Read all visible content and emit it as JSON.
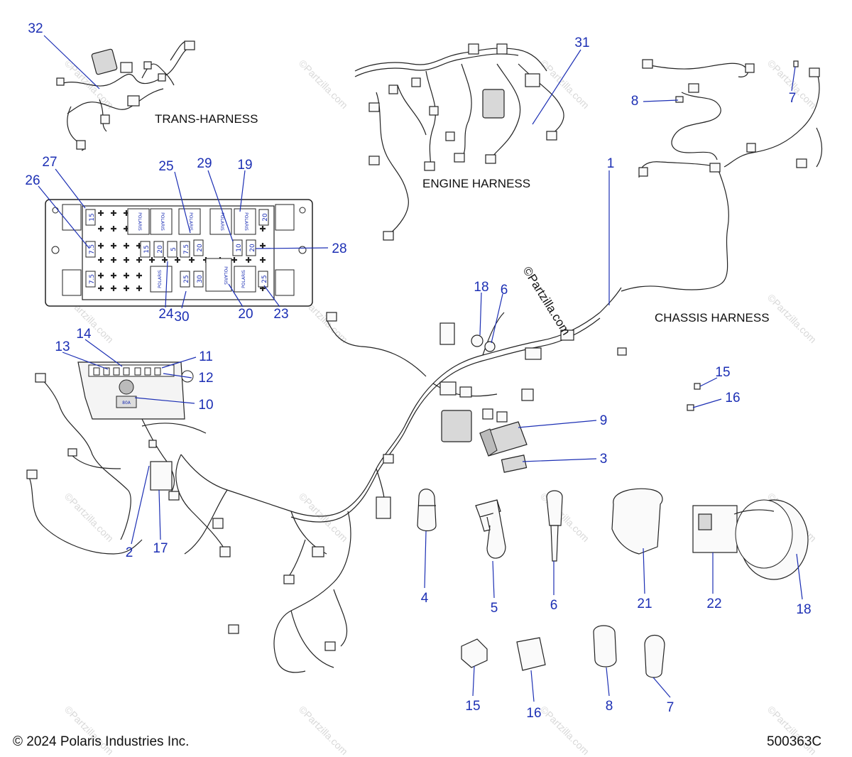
{
  "labels": {
    "trans_harness": "TRANS-HARNESS",
    "engine_harness": "ENGINE HARNESS",
    "chassis_harness": "CHASSIS HARNESS",
    "watermark_vertical": "©Partzilla.com",
    "copyright": "© 2024 Polaris Industries Inc.",
    "diagram_id": "500363C"
  },
  "callouts": [
    "32",
    "27",
    "26",
    "25",
    "29",
    "19",
    "28",
    "24",
    "30",
    "20",
    "23",
    "31",
    "1",
    "8",
    "7",
    "18",
    "6",
    "14",
    "13",
    "11",
    "12",
    "10",
    "15",
    "16",
    "9",
    "3",
    "2",
    "17",
    "4",
    "5",
    "6",
    "21",
    "22",
    "18",
    "15",
    "16",
    "8",
    "7"
  ],
  "fuse_labels": {
    "f15": "15",
    "f7_5a": "7.5",
    "f7_5b": "7.5",
    "f15b": "15",
    "f20a": "20",
    "f5": "5",
    "f7_5c": "7.5",
    "f20b": "20",
    "f10": "10",
    "f20c": "20",
    "f20d": "20",
    "f25a": "25",
    "f30": "30",
    "f25b": "25",
    "polaris_a": "POLARIS",
    "polaris_b": "POLARIS",
    "polaris_c": "POLARIS",
    "polaris_d": "POLARIS",
    "polaris_e": "POLARIS",
    "polaris_f": "POLARIS",
    "relay_80a": "80A"
  },
  "colors": {
    "callout": "#1c2fb4",
    "line_art": "#222222",
    "watermark": "#d9d9d9"
  }
}
